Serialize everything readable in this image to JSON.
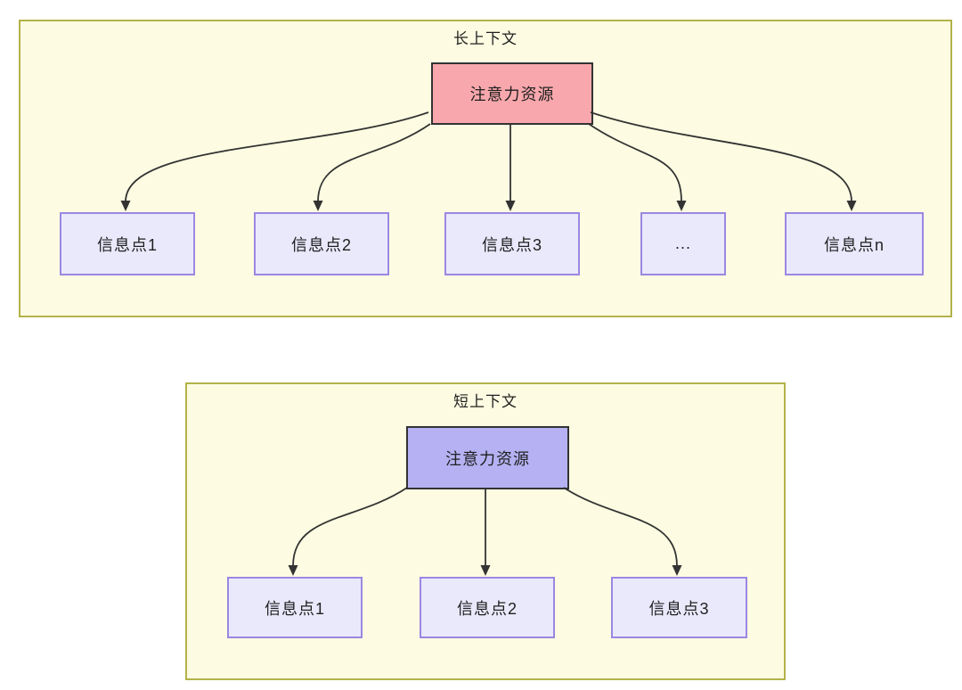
{
  "canvas": {
    "background": "#ffffff"
  },
  "colors": {
    "group_fill": "#fdfce2",
    "group_border": "#b2b24a",
    "long_root_fill": "#f8a8ac",
    "short_root_fill": "#b5b1f2",
    "root_border": "#333333",
    "child_fill": "#eae9fc",
    "child_border": "#9b87e2",
    "arrow": "#333333",
    "text": "#1f1f1f"
  },
  "diagrams": [
    {
      "title": "长上下文",
      "root": {
        "label": "注意力资源"
      },
      "children": [
        {
          "label": "信息点1"
        },
        {
          "label": "信息点2"
        },
        {
          "label": "信息点3"
        },
        {
          "label": "..."
        },
        {
          "label": "信息点n"
        }
      ]
    },
    {
      "title": "短上下文",
      "root": {
        "label": "注意力资源"
      },
      "children": [
        {
          "label": "信息点1"
        },
        {
          "label": "信息点2"
        },
        {
          "label": "信息点3"
        }
      ]
    }
  ]
}
